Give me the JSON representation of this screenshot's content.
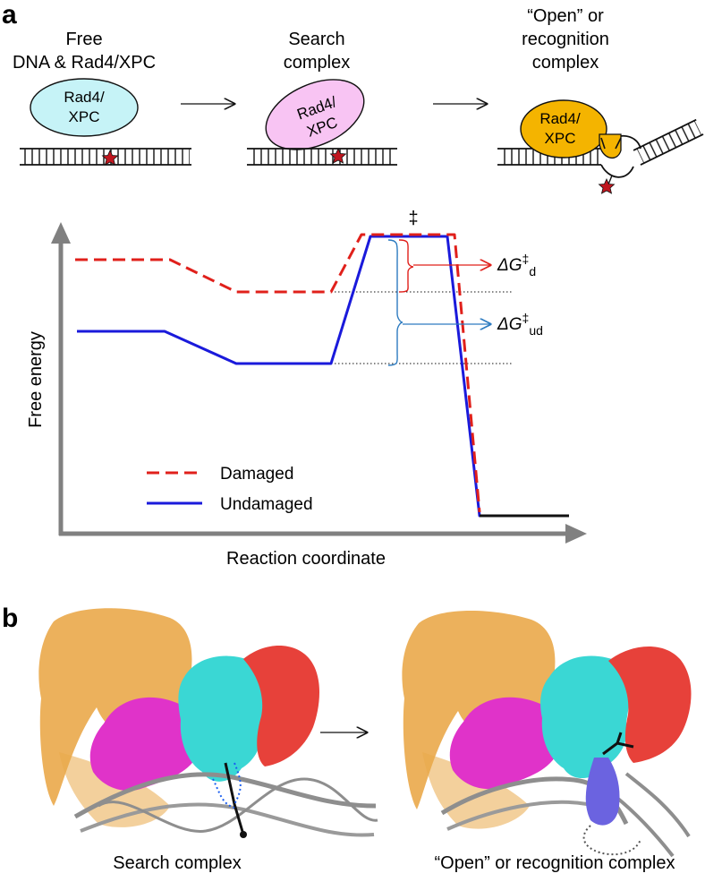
{
  "panels": {
    "a": "a",
    "b": "b"
  },
  "stages": [
    {
      "caption": [
        "Free",
        "DNA & Rad4/XPC"
      ],
      "protein": [
        "Rad4/",
        "XPC"
      ]
    },
    {
      "caption": [
        "Search",
        "complex"
      ],
      "protein": [
        "Rad4/",
        "XPC"
      ]
    },
    {
      "caption": [
        "“Open” or",
        "recognition",
        "complex"
      ],
      "protein": [
        "Rad4/",
        "XPC"
      ]
    }
  ],
  "energy_plot": {
    "transition_mark": "‡",
    "y_label": "Free energy",
    "x_label": "Reaction coordinate",
    "legend": [
      {
        "name": "Damaged",
        "color": "#e0201b",
        "dashed": true
      },
      {
        "name": "Undamaged",
        "color": "#1a1adb",
        "dashed": false
      }
    ],
    "delta_d": {
      "base": "ΔG",
      "sup": "‡",
      "sub": "d"
    },
    "delta_ud": {
      "base": "ΔG",
      "sup": "‡",
      "sub": "ud"
    }
  },
  "structures": {
    "left_caption": "Search complex",
    "right_caption": "“Open” or recognition complex"
  },
  "colors": {
    "free_protein": "#c6f3f7",
    "search_protein": "#f8c4f3",
    "open_protein": "#f4b400",
    "tan": "#eaa94a",
    "magenta": "#e033c9",
    "cyan": "#3ad7d4",
    "red": "#e7413a",
    "blue_hairpin": "#6b63e0",
    "dna_grey": "#8e8e8e",
    "axis_grey": "#808080"
  }
}
